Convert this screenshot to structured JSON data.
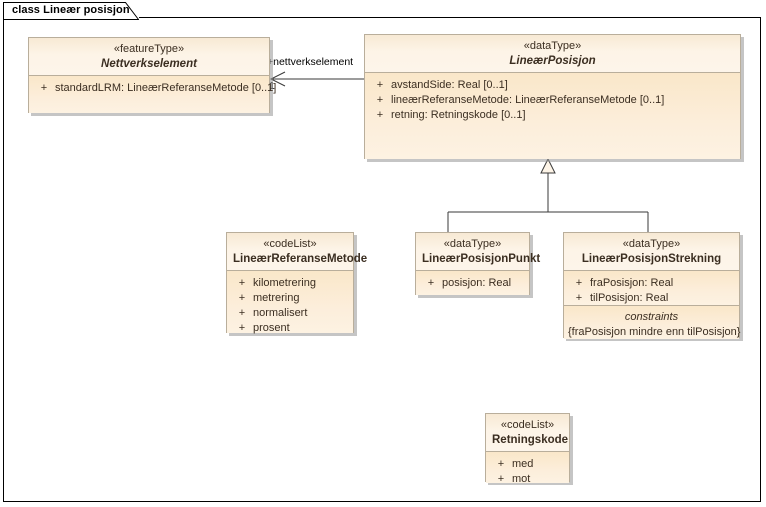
{
  "diagram": {
    "tab_label": "class Lineær posisjon"
  },
  "classes": {
    "nettverkselement": {
      "stereotype": "«featureType»",
      "name": "Nettverkselement",
      "attributes": [
        {
          "visibility": "+",
          "text": "standardLRM: LineærReferanseMetode [0..1]"
        }
      ]
    },
    "linearposisjon": {
      "stereotype": "«dataType»",
      "name": "LineærPosisjon",
      "attributes": [
        {
          "visibility": "+",
          "text": "avstandSide: Real [0..1]"
        },
        {
          "visibility": "+",
          "text": "lineærReferanseMetode: LineærReferanseMetode [0..1]"
        },
        {
          "visibility": "+",
          "text": "retning: Retningskode [0..1]"
        }
      ]
    },
    "linearreferansemetode": {
      "stereotype": "«codeList»",
      "name": "LineærReferanseMetode",
      "attributes": [
        {
          "visibility": "+",
          "text": "kilometrering"
        },
        {
          "visibility": "+",
          "text": "metrering"
        },
        {
          "visibility": "+",
          "text": "normalisert"
        },
        {
          "visibility": "+",
          "text": "prosent"
        }
      ]
    },
    "linearposisjonpunkt": {
      "stereotype": "«dataType»",
      "name": "LineærPosisjonPunkt",
      "attributes": [
        {
          "visibility": "+",
          "text": "posisjon: Real"
        }
      ]
    },
    "linearposisjonstrekning": {
      "stereotype": "«dataType»",
      "name": "LineærPosisjonStrekning",
      "attributes": [
        {
          "visibility": "+",
          "text": "fraPosisjon: Real"
        },
        {
          "visibility": "+",
          "text": "tilPosisjon: Real"
        }
      ],
      "constraints_title": "constraints",
      "constraints_body": "{fraPosisjon mindre enn tilPosisjon}"
    },
    "retningskode": {
      "stereotype": "«codeList»",
      "name": "Retningskode",
      "attributes": [
        {
          "visibility": "+",
          "text": "med"
        },
        {
          "visibility": "+",
          "text": "mot"
        }
      ]
    }
  },
  "connectors": {
    "association_role": "+nettverkselement",
    "association_multiplicity": "1"
  },
  "colors": {
    "class_fill": "#fbeacd",
    "header_fill": "#fdf4e7",
    "border": "#b9ae9b",
    "line": "#3a3a3a",
    "shadow": "#969696"
  }
}
